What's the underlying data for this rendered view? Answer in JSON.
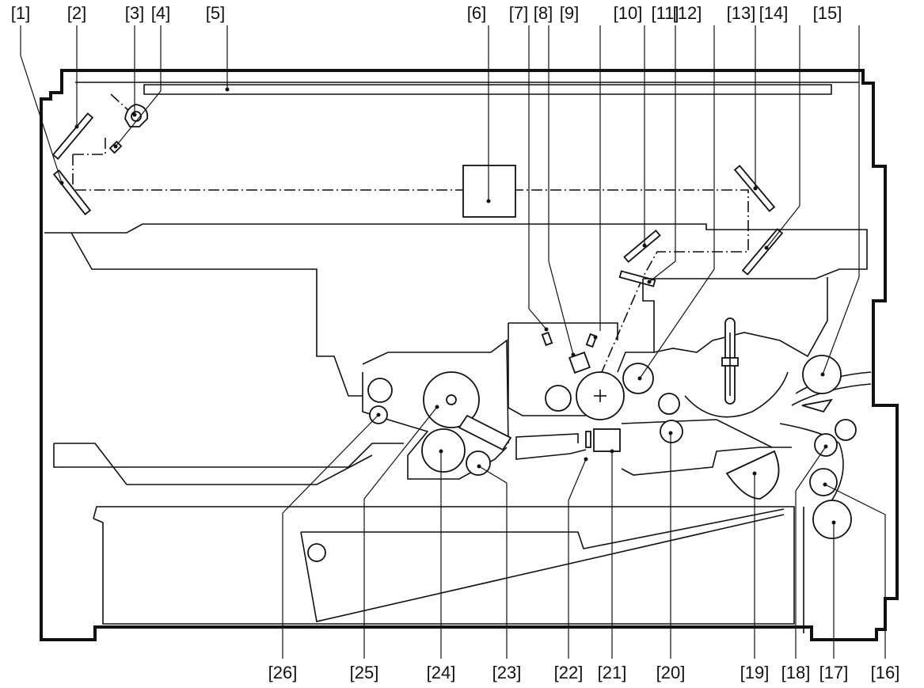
{
  "labels": {
    "top": [
      "[1]",
      "[2]",
      "[3]",
      "[4]",
      "[5]",
      "[6]",
      "[7]",
      "[8]",
      "[9]",
      "[10]",
      "[11]",
      "[12]",
      "[13]",
      "[14]",
      "[15]"
    ],
    "bottom": [
      "[26]",
      "[25]",
      "[24]",
      "[23]",
      "[22]",
      "[21]",
      "[20]",
      "[19]",
      "[18]",
      "[17]",
      "[16]"
    ]
  }
}
